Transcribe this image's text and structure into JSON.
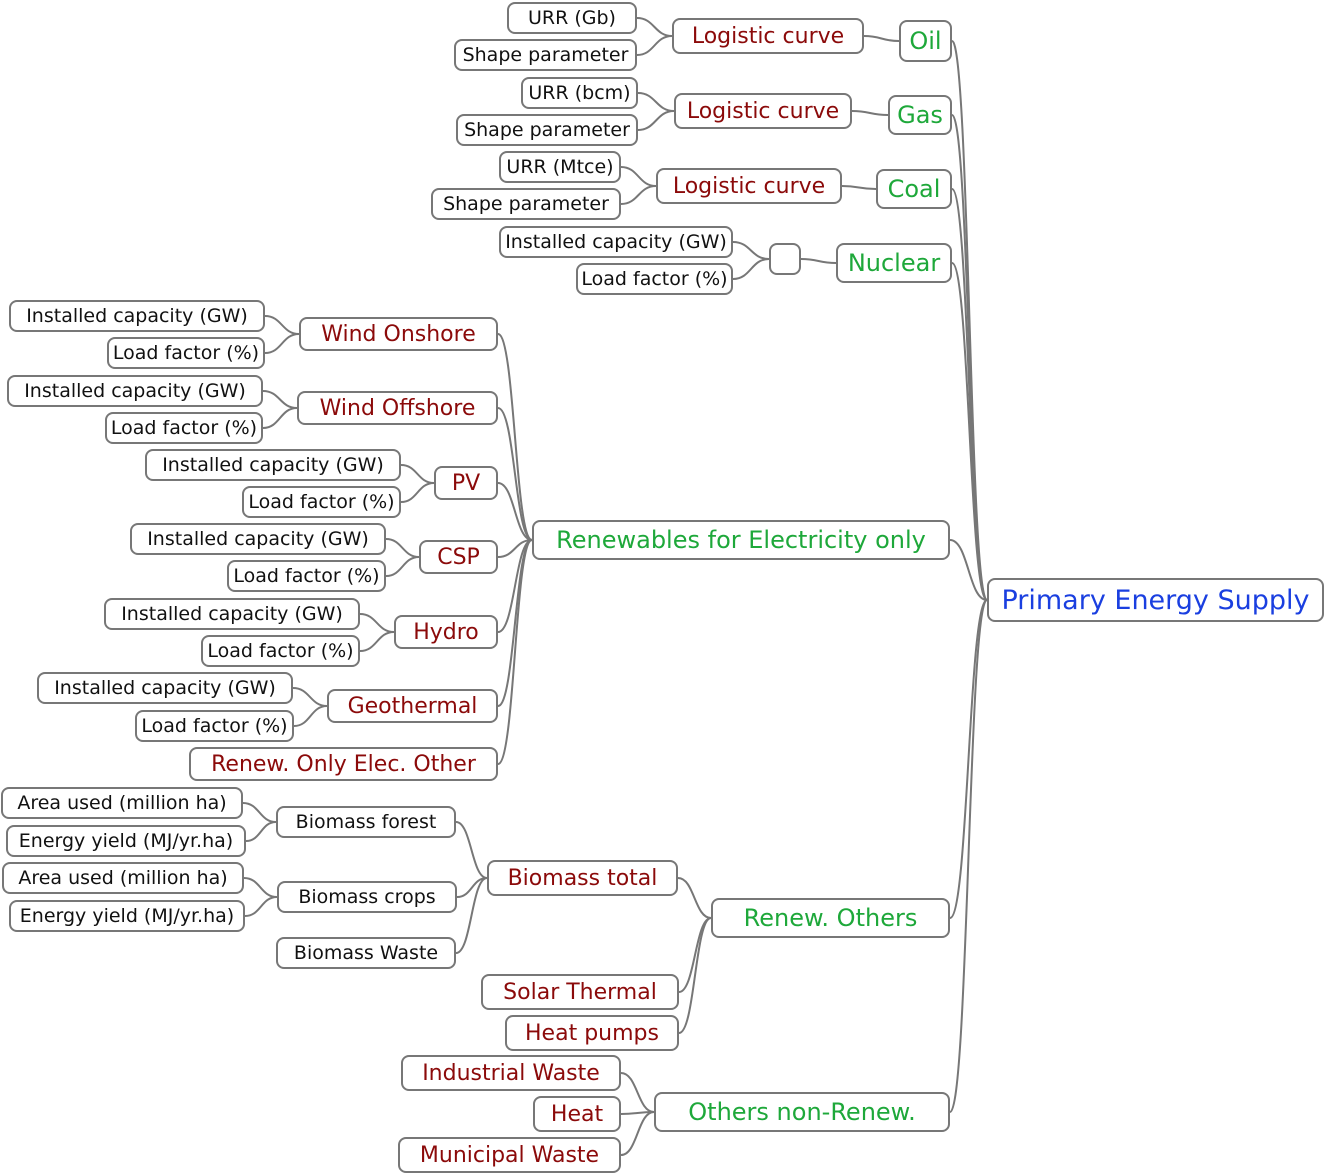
{
  "colors": {
    "root": "#1a3fe0",
    "category": "#1ea83a",
    "method": "#8b0a0a",
    "parameter": "#111111",
    "border": "#777777",
    "link": "#777777"
  },
  "mindmap": {
    "root": {
      "id": "root",
      "label": "Primary Energy Supply",
      "role": "root"
    },
    "nodes": [
      {
        "id": "oil",
        "label": "Oil",
        "role": "category",
        "parent": "root"
      },
      {
        "id": "oil-logistic",
        "label": "Logistic curve",
        "role": "method",
        "parent": "oil"
      },
      {
        "id": "oil-urr",
        "label": "URR (Gb)",
        "role": "parameter",
        "parent": "oil-logistic"
      },
      {
        "id": "oil-shape",
        "label": "Shape parameter",
        "role": "parameter",
        "parent": "oil-logistic"
      },
      {
        "id": "gas",
        "label": "Gas",
        "role": "category",
        "parent": "root"
      },
      {
        "id": "gas-logistic",
        "label": "Logistic curve",
        "role": "method",
        "parent": "gas"
      },
      {
        "id": "gas-urr",
        "label": "URR (bcm)",
        "role": "parameter",
        "parent": "gas-logistic"
      },
      {
        "id": "gas-shape",
        "label": "Shape parameter",
        "role": "parameter",
        "parent": "gas-logistic"
      },
      {
        "id": "coal",
        "label": "Coal",
        "role": "category",
        "parent": "root"
      },
      {
        "id": "coal-logistic",
        "label": "Logistic curve",
        "role": "method",
        "parent": "coal"
      },
      {
        "id": "coal-urr",
        "label": "URR (Mtce)",
        "role": "parameter",
        "parent": "coal-logistic"
      },
      {
        "id": "coal-shape",
        "label": "Shape parameter",
        "role": "parameter",
        "parent": "coal-logistic"
      },
      {
        "id": "nuclear",
        "label": "Nuclear",
        "role": "category",
        "parent": "root"
      },
      {
        "id": "nuclear-blank",
        "label": "",
        "role": "method",
        "parent": "nuclear"
      },
      {
        "id": "nuclear-cap",
        "label": "Installed capacity (GW)",
        "role": "parameter",
        "parent": "nuclear-blank"
      },
      {
        "id": "nuclear-lf",
        "label": "Load factor (%)",
        "role": "parameter",
        "parent": "nuclear-blank"
      },
      {
        "id": "ren-elec",
        "label": "Renewables for Electricity only",
        "role": "category",
        "parent": "root"
      },
      {
        "id": "wind-on",
        "label": "Wind Onshore",
        "role": "method",
        "parent": "ren-elec"
      },
      {
        "id": "wind-on-cap",
        "label": "Installed capacity (GW)",
        "role": "parameter",
        "parent": "wind-on"
      },
      {
        "id": "wind-on-lf",
        "label": "Load factor (%)",
        "role": "parameter",
        "parent": "wind-on"
      },
      {
        "id": "wind-off",
        "label": "Wind Offshore",
        "role": "method",
        "parent": "ren-elec"
      },
      {
        "id": "wind-off-cap",
        "label": "Installed capacity (GW)",
        "role": "parameter",
        "parent": "wind-off"
      },
      {
        "id": "wind-off-lf",
        "label": "Load factor (%)",
        "role": "parameter",
        "parent": "wind-off"
      },
      {
        "id": "pv",
        "label": "PV",
        "role": "method",
        "parent": "ren-elec"
      },
      {
        "id": "pv-cap",
        "label": "Installed capacity (GW)",
        "role": "parameter",
        "parent": "pv"
      },
      {
        "id": "pv-lf",
        "label": "Load factor (%)",
        "role": "parameter",
        "parent": "pv"
      },
      {
        "id": "csp",
        "label": "CSP",
        "role": "method",
        "parent": "ren-elec"
      },
      {
        "id": "csp-cap",
        "label": "Installed capacity (GW)",
        "role": "parameter",
        "parent": "csp"
      },
      {
        "id": "csp-lf",
        "label": "Load factor (%)",
        "role": "parameter",
        "parent": "csp"
      },
      {
        "id": "hydro",
        "label": "Hydro",
        "role": "method",
        "parent": "ren-elec"
      },
      {
        "id": "hydro-cap",
        "label": "Installed capacity (GW)",
        "role": "parameter",
        "parent": "hydro"
      },
      {
        "id": "hydro-lf",
        "label": "Load factor (%)",
        "role": "parameter",
        "parent": "hydro"
      },
      {
        "id": "geo",
        "label": "Geothermal",
        "role": "method",
        "parent": "ren-elec"
      },
      {
        "id": "geo-cap",
        "label": "Installed capacity (GW)",
        "role": "parameter",
        "parent": "geo"
      },
      {
        "id": "geo-lf",
        "label": "Load factor (%)",
        "role": "parameter",
        "parent": "geo"
      },
      {
        "id": "ren-elec-other",
        "label": "Renew. Only Elec. Other",
        "role": "method",
        "parent": "ren-elec"
      },
      {
        "id": "ren-others",
        "label": "Renew. Others",
        "role": "category",
        "parent": "root"
      },
      {
        "id": "biomass-total",
        "label": "Biomass total",
        "role": "method",
        "parent": "ren-others"
      },
      {
        "id": "bio-forest",
        "label": "Biomass forest",
        "role": "parameter",
        "parent": "biomass-total"
      },
      {
        "id": "bio-forest-area",
        "label": "Area used (million ha)",
        "role": "parameter",
        "parent": "bio-forest"
      },
      {
        "id": "bio-forest-yield",
        "label": "Energy yield (MJ/yr.ha)",
        "role": "parameter",
        "parent": "bio-forest"
      },
      {
        "id": "bio-crops",
        "label": "Biomass crops",
        "role": "parameter",
        "parent": "biomass-total"
      },
      {
        "id": "bio-crops-area",
        "label": "Area used (million ha)",
        "role": "parameter",
        "parent": "bio-crops"
      },
      {
        "id": "bio-crops-yield",
        "label": "Energy yield (MJ/yr.ha)",
        "role": "parameter",
        "parent": "bio-crops"
      },
      {
        "id": "bio-waste",
        "label": "Biomass Waste",
        "role": "parameter",
        "parent": "biomass-total"
      },
      {
        "id": "solar-thermal",
        "label": "Solar Thermal",
        "role": "method",
        "parent": "ren-others"
      },
      {
        "id": "heat-pumps",
        "label": "Heat pumps",
        "role": "method",
        "parent": "ren-others"
      },
      {
        "id": "non-ren",
        "label": "Others non-Renew.",
        "role": "category",
        "parent": "root"
      },
      {
        "id": "ind-waste",
        "label": "Industrial Waste",
        "role": "method",
        "parent": "non-ren"
      },
      {
        "id": "heat",
        "label": "Heat",
        "role": "method",
        "parent": "non-ren"
      },
      {
        "id": "mun-waste",
        "label": "Municipal Waste",
        "role": "method",
        "parent": "non-ren"
      }
    ]
  }
}
